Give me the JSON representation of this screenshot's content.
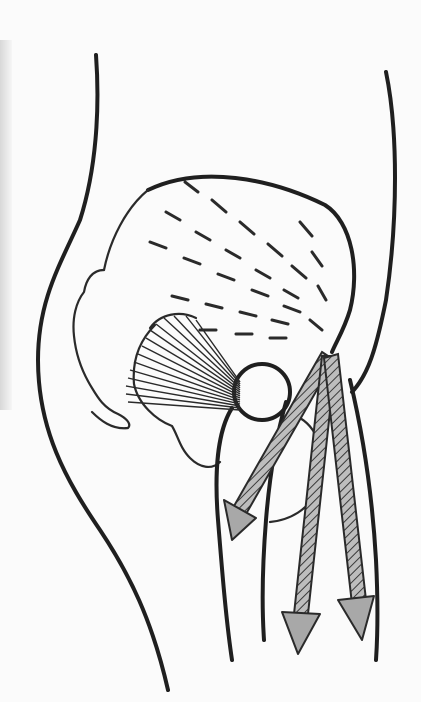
{
  "figure": {
    "subject": "hip-muscle-force-diagram",
    "elements": {
      "body_outline": "outer-leg-and-buttock-silhouette",
      "gluteus_fibers": "dashed-muscle-fibers",
      "fan_muscle": "fan-shaped-fibers",
      "femoral_head": "femoral-head",
      "force_arrows": [
        "force-arrow-1",
        "force-arrow-2",
        "force-arrow-3"
      ]
    },
    "colors": {
      "ink": "#1f1f1f",
      "arrow_fill": "#a8a8a8",
      "background": "#fbfbfb"
    }
  }
}
